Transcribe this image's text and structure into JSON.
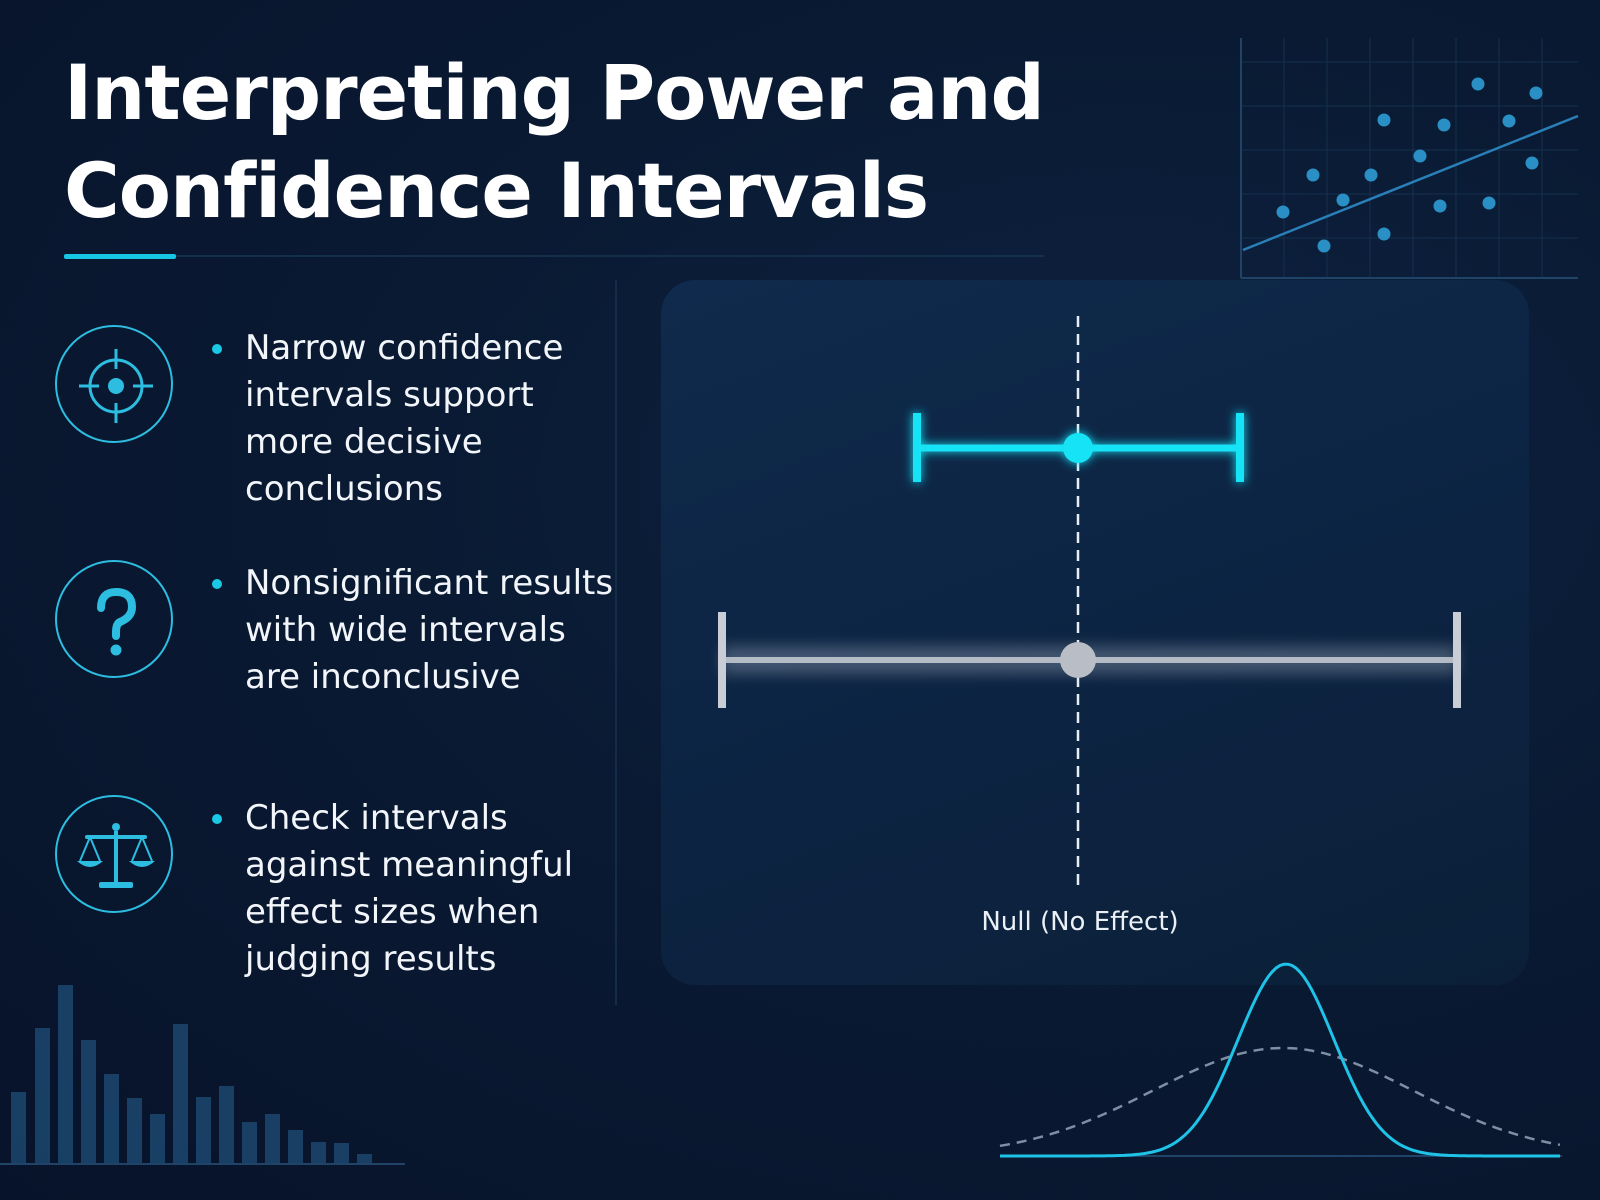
{
  "title": {
    "line1": "Interpreting Power and",
    "line2": "Confidence Intervals"
  },
  "points": [
    {
      "icon": "target-icon",
      "text": "Narrow confidence intervals support more decisive conclusions"
    },
    {
      "icon": "question-mark-icon",
      "text": "Nonsignificant results with wide intervals are inconclusive"
    },
    {
      "icon": "balance-scale-icon",
      "text": "Check intervals against meaningful effect sizes when judging results"
    }
  ],
  "interval_diagram": {
    "null_label": "Null (No Effect)",
    "intervals": [
      {
        "kind": "narrow",
        "color": "#12e3f5"
      },
      {
        "kind": "wide",
        "color": "#c9ced6"
      }
    ]
  },
  "colors": {
    "accent": "#17c6e4",
    "background": "#07132a",
    "panel": "#0f2a4c"
  }
}
